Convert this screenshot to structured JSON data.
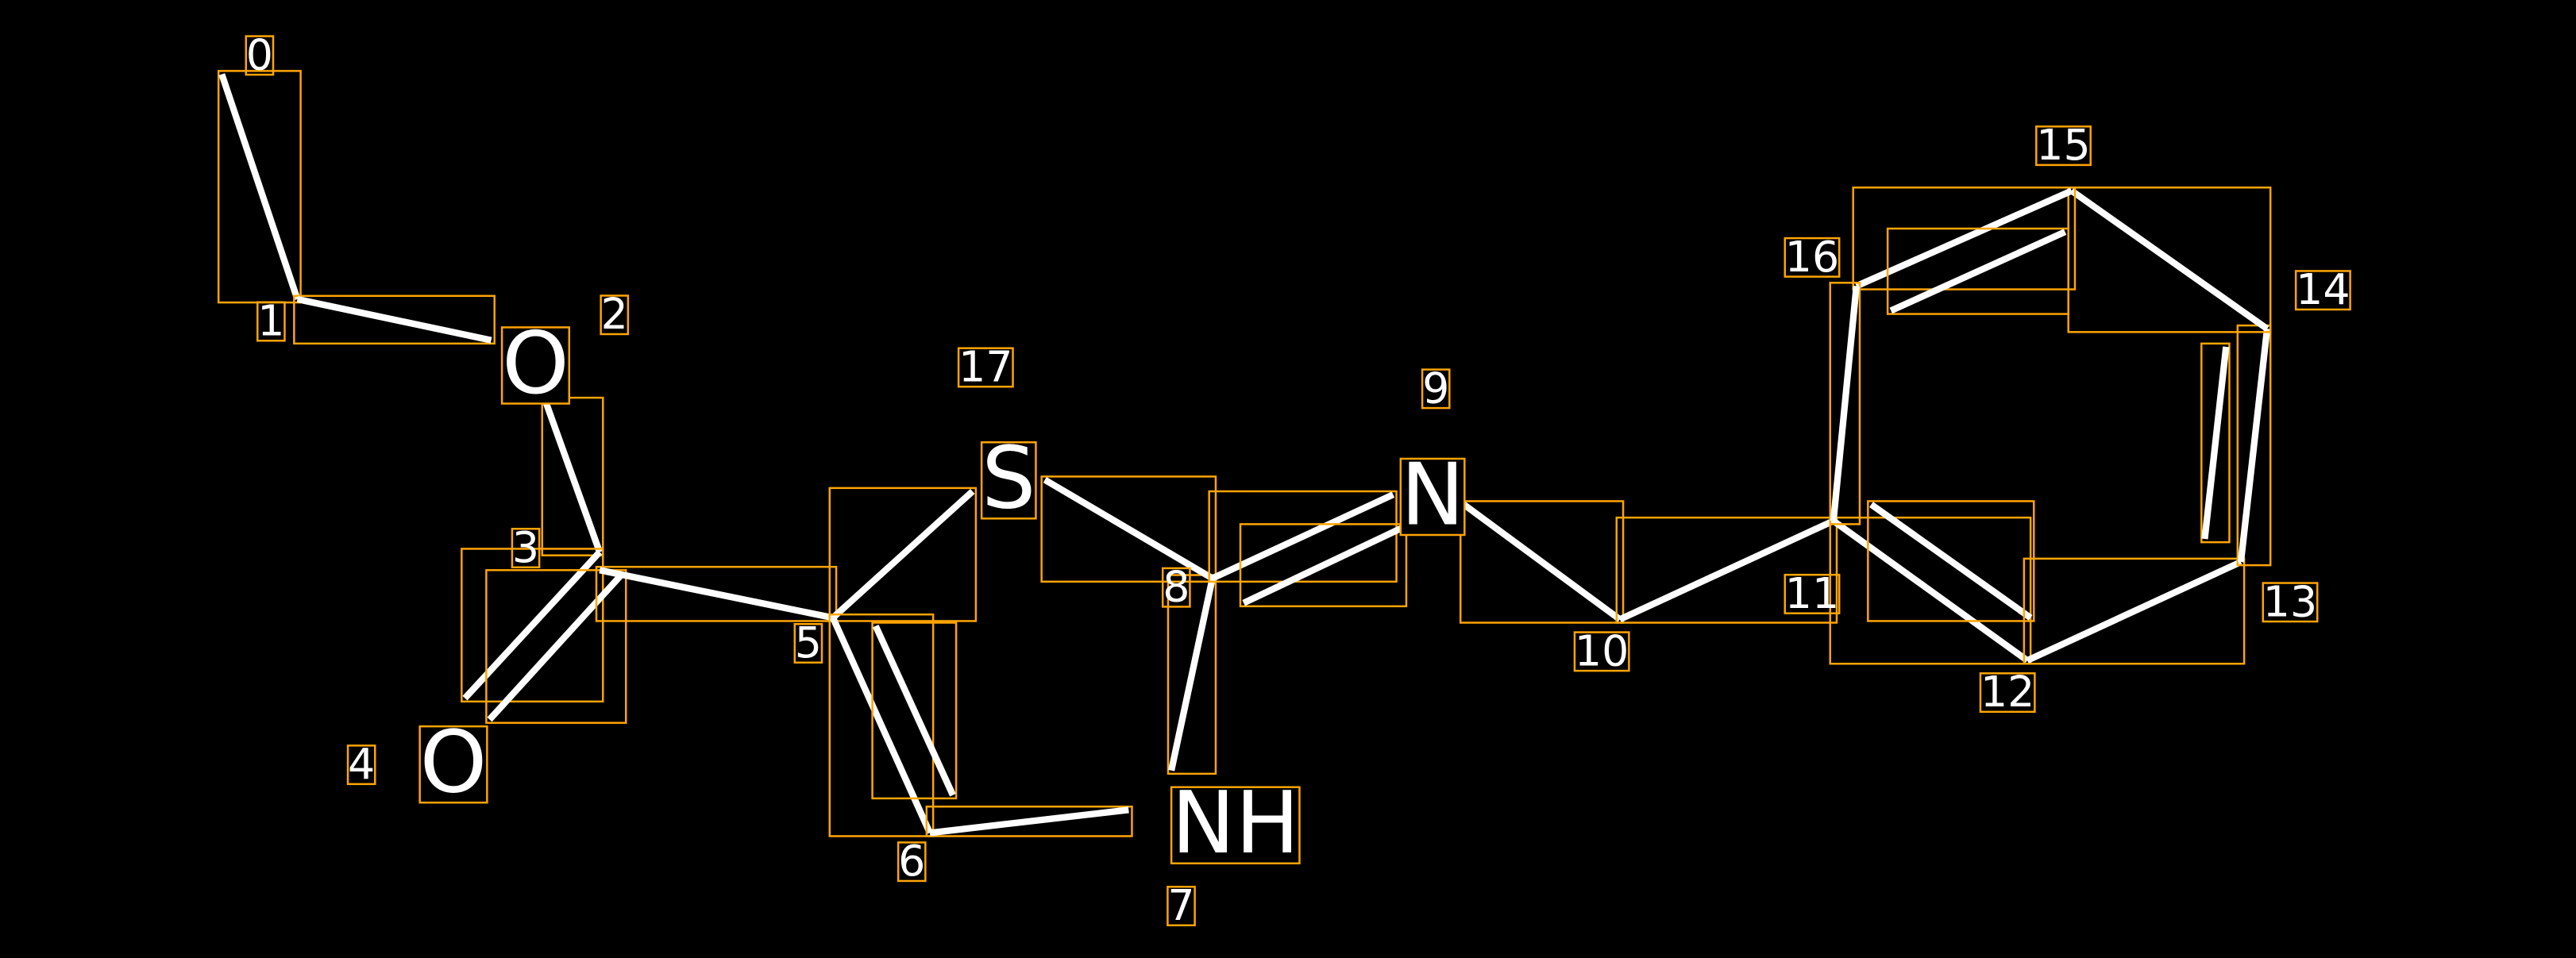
{
  "title": "Molecule graph with atom indices",
  "colors": {
    "background": "#000000",
    "bond": "#ffffff",
    "box": "#FFA500"
  },
  "atoms": [
    {
      "index": "0",
      "symbol": ""
    },
    {
      "index": "1",
      "symbol": ""
    },
    {
      "index": "2",
      "symbol": "O"
    },
    {
      "index": "3",
      "symbol": ""
    },
    {
      "index": "4",
      "symbol": "O"
    },
    {
      "index": "5",
      "symbol": ""
    },
    {
      "index": "6",
      "symbol": ""
    },
    {
      "index": "7",
      "symbol": "NH"
    },
    {
      "index": "8",
      "symbol": ""
    },
    {
      "index": "9",
      "symbol": "N"
    },
    {
      "index": "10",
      "symbol": ""
    },
    {
      "index": "11",
      "symbol": ""
    },
    {
      "index": "12",
      "symbol": ""
    },
    {
      "index": "13",
      "symbol": ""
    },
    {
      "index": "14",
      "symbol": ""
    },
    {
      "index": "15",
      "symbol": ""
    },
    {
      "index": "16",
      "symbol": ""
    },
    {
      "index": "17",
      "symbol": "S"
    }
  ],
  "bonds": [
    {
      "a": 0,
      "b": 1,
      "order": 1
    },
    {
      "a": 1,
      "b": 2,
      "order": 1
    },
    {
      "a": 2,
      "b": 3,
      "order": 1
    },
    {
      "a": 3,
      "b": 4,
      "order": 2
    },
    {
      "a": 3,
      "b": 5,
      "order": 1
    },
    {
      "a": 5,
      "b": 17,
      "order": 1
    },
    {
      "a": 5,
      "b": 6,
      "order": 2
    },
    {
      "a": 6,
      "b": 7,
      "order": 1
    },
    {
      "a": 7,
      "b": 8,
      "order": 1
    },
    {
      "a": 8,
      "b": 17,
      "order": 1
    },
    {
      "a": 8,
      "b": 9,
      "order": 2
    },
    {
      "a": 9,
      "b": 10,
      "order": 1
    },
    {
      "a": 10,
      "b": 11,
      "order": 1
    },
    {
      "a": 11,
      "b": 12,
      "order": 2
    },
    {
      "a": 12,
      "b": 13,
      "order": 1
    },
    {
      "a": 13,
      "b": 14,
      "order": 2
    },
    {
      "a": 14,
      "b": 15,
      "order": 1
    },
    {
      "a": 15,
      "b": 16,
      "order": 2
    },
    {
      "a": 16,
      "b": 11,
      "order": 1
    }
  ]
}
